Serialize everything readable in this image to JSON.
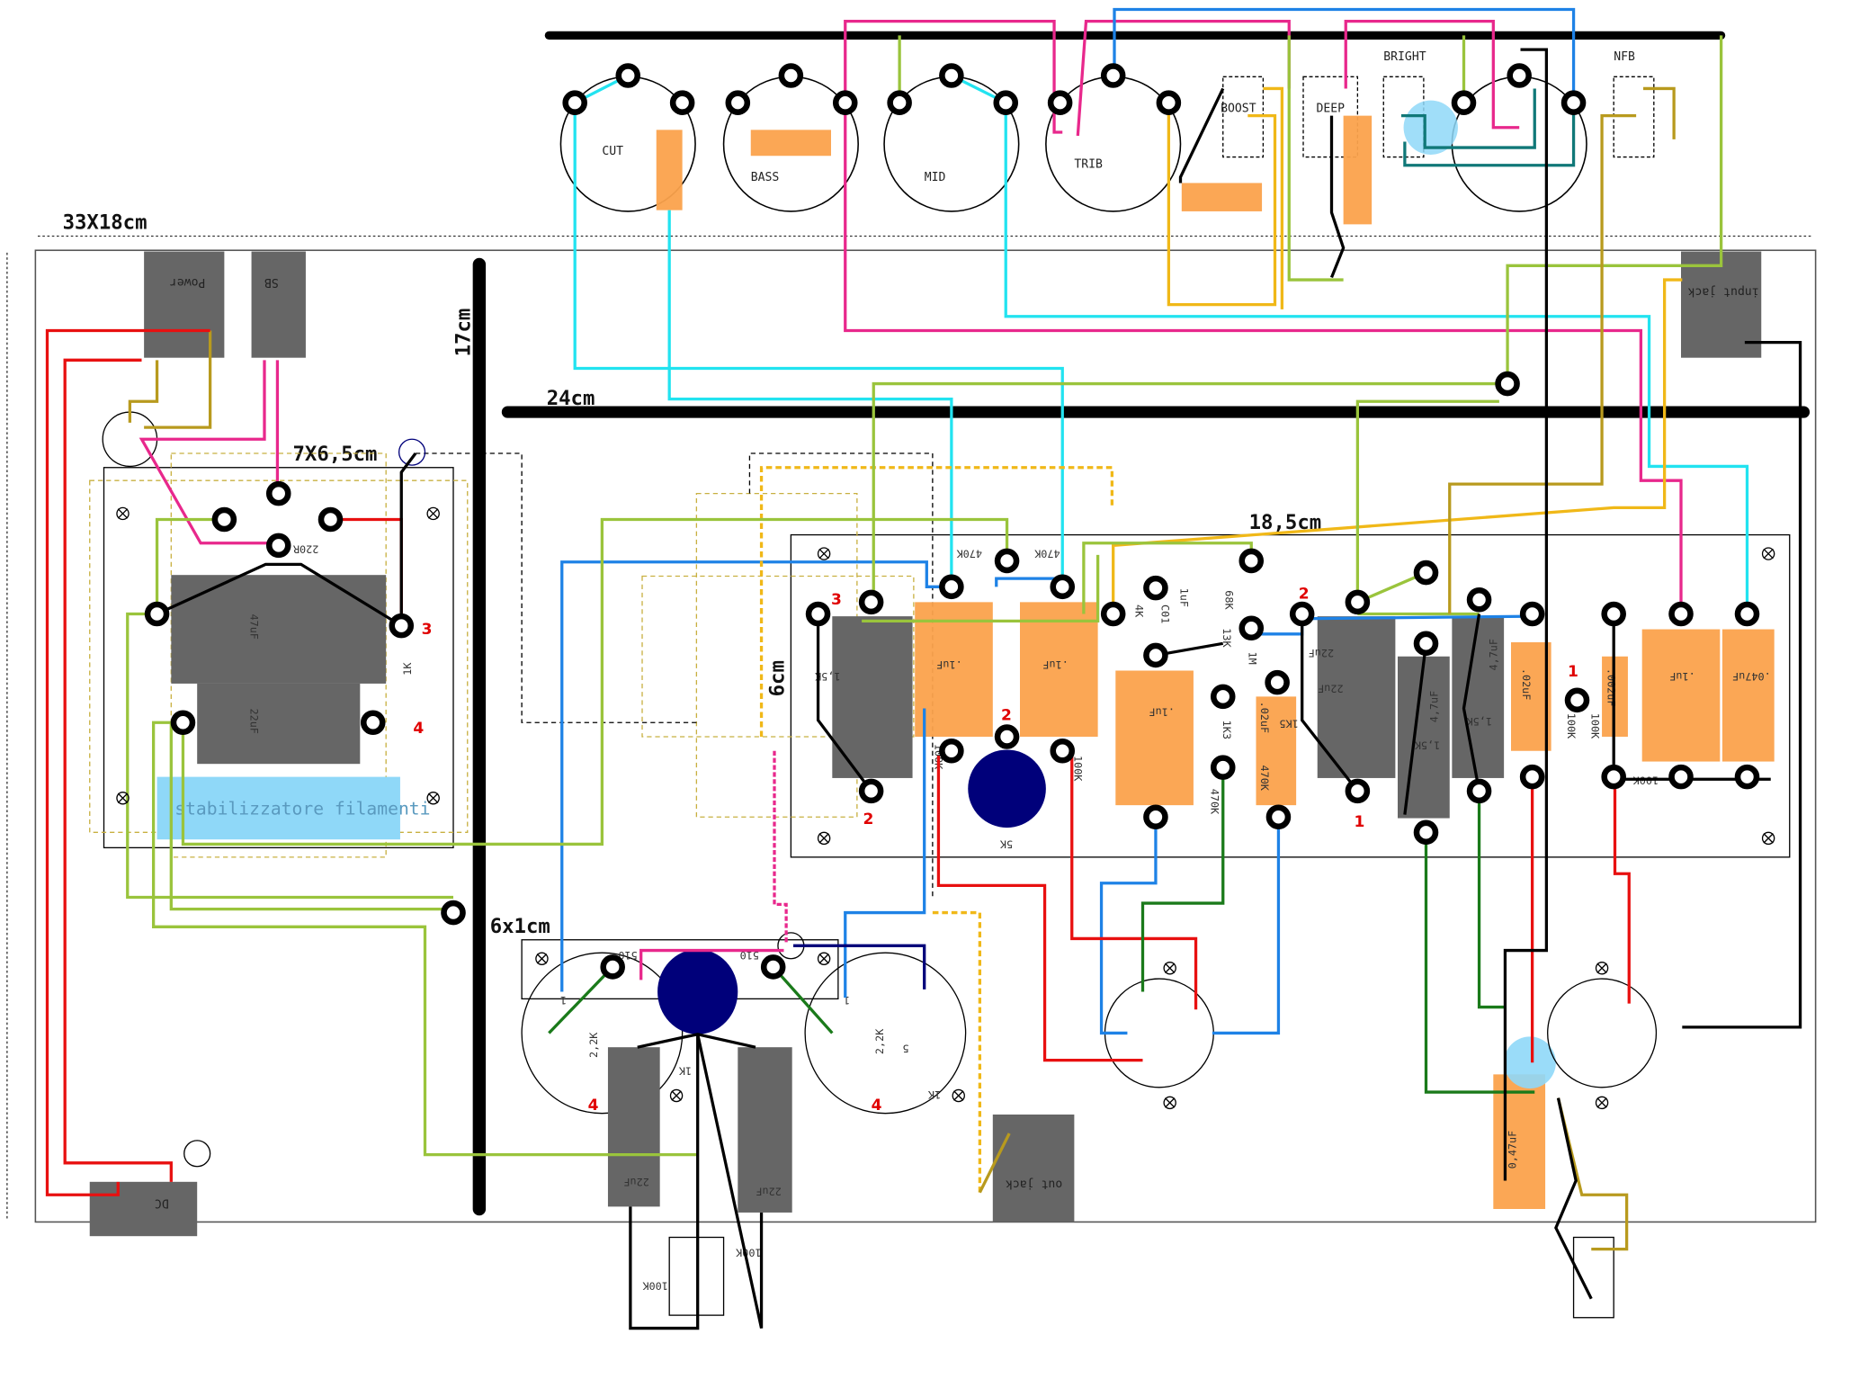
{
  "dimensions": {
    "chassis": "33X18cm",
    "side_bar": "17cm",
    "top_bar": "24cm",
    "psu_board": "7X6,5cm",
    "main_board": "18,5cm",
    "main_board_height": "6cm",
    "small_board": "6x1cm"
  },
  "pots": {
    "cut": "CUT",
    "bass": "BASS",
    "mid": "MID",
    "treble": "TRIB"
  },
  "switches": {
    "boost": "BOOST",
    "deep": "DEEP",
    "bright": "BRIGHT",
    "nfb": "NFB"
  },
  "panel_parts": {
    "power": "Power",
    "sb": "SB",
    "input_jack": "input jack",
    "out_jack": "out jack",
    "dc": "DC"
  },
  "psu": {
    "cap_big": "47uF",
    "cap_small": "22uF",
    "resistor_220": "220R",
    "resistor_1k": "1K",
    "stabilizer": "stabilizzatore filamenti",
    "pin3": "3",
    "pin4": "4"
  },
  "main_board_values": {
    "cap_22uf_a": "22uF",
    "cap_1uf_a": ".1uF",
    "cap_1uf_b": ".1uF",
    "cap_1uf_c": ".1uF",
    "r470k_a": "470K",
    "r470k_b": "470K",
    "r1k5": "1,5K",
    "r100k_a": "100K",
    "r100k_b": "100K",
    "pot_5k": "5K",
    "r4k": "4K",
    "c1uf": "1uF",
    "c01": "C01",
    "r68k": "68K",
    "r13k": "13K",
    "r1m": "1M",
    "r1k3": "1K3",
    "r470k_c": "470K",
    "cap_02_a": ".02uF",
    "r470k_d": "470K",
    "r1k5_b": "1K5",
    "cap_22uf_b": "22uF",
    "cap_47_a": "4,7uF",
    "cap_47_b": "4,7uF",
    "r1k5_c": "1,5K",
    "r1k5_d": "1,5K",
    "cap_02_b": ".02uF",
    "r100k_c": "100K",
    "cap_002": ".002uF",
    "r100k_d": "100K",
    "r100k_e": "100K",
    "cap_1uf_d": ".1uF",
    "cap_047": ".047uF",
    "cap_047_bottom": "0,47uF",
    "pin_labels": [
      "3",
      "2",
      "2",
      "2",
      "1",
      "1"
    ]
  },
  "output_section": {
    "r510_a": "510",
    "r510_b": "510",
    "r2k2_a": "2,2K",
    "r2k2_b": "2,2K",
    "r1k_a": "1K",
    "r1k_b": "1K",
    "pin1_a": "1",
    "pin1_b": "1",
    "pin5": "5",
    "cap_22uf_a": "22uF",
    "cap_22uf_b": "22uF",
    "r100k_a": "100K",
    "r100k_b": "100K",
    "pin4_a": "4",
    "pin4_b": "4"
  },
  "colors": {
    "cyan_wire": "#22e3f0",
    "magenta_wire": "#e8288c",
    "blue_wire": "#1e82e6",
    "yellow_wire": "#f0b818",
    "yellowgreen_wire": "#9ac43c",
    "red_wire": "#e81010",
    "green_wire": "#1a7a1a",
    "olive_wire": "#b89a1e",
    "teal_wire": "#107878",
    "navy": "#00007a",
    "capacitor_orange": "#fba24c",
    "component_gray": "#666666",
    "highlight_blue": "#8fd8f8"
  }
}
